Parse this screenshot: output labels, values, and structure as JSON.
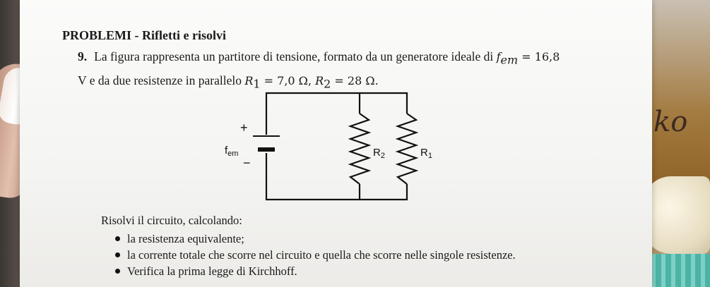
{
  "section_title": "PROBLEMI - Rifletti e risolvi",
  "problem": {
    "number": "9.",
    "text_before": "La figura rappresenta un partitore di tensione, formato da un generatore ideale di ",
    "fem_symbol": "f",
    "fem_sub": "em",
    "fem_value": " = 16,8",
    "text_line2_start": "V e da due resistenze in parallelo ",
    "r1_symbol": "R",
    "r1_sub": "1",
    "r1_value": " = 7,0 Ω, ",
    "r2_symbol": "R",
    "r2_sub": "2",
    "r2_value": " = 28 Ω."
  },
  "diagram": {
    "plus": "+",
    "minus": "−",
    "fem_label": "f",
    "fem_label_sub": "em",
    "r2_label": "R",
    "r2_label_sub": "2",
    "r1_label": "R",
    "r1_label_sub": "1"
  },
  "solve_intro": "Risolvi il circuito, calcolando:",
  "tasks": [
    "la resistenza equivalente;",
    "la corrente totale che scorre nel circuito e quella che scorre nelle singole resistenze.",
    "Verifica la prima legge di Kirchhoff."
  ],
  "handwriting": "ko"
}
